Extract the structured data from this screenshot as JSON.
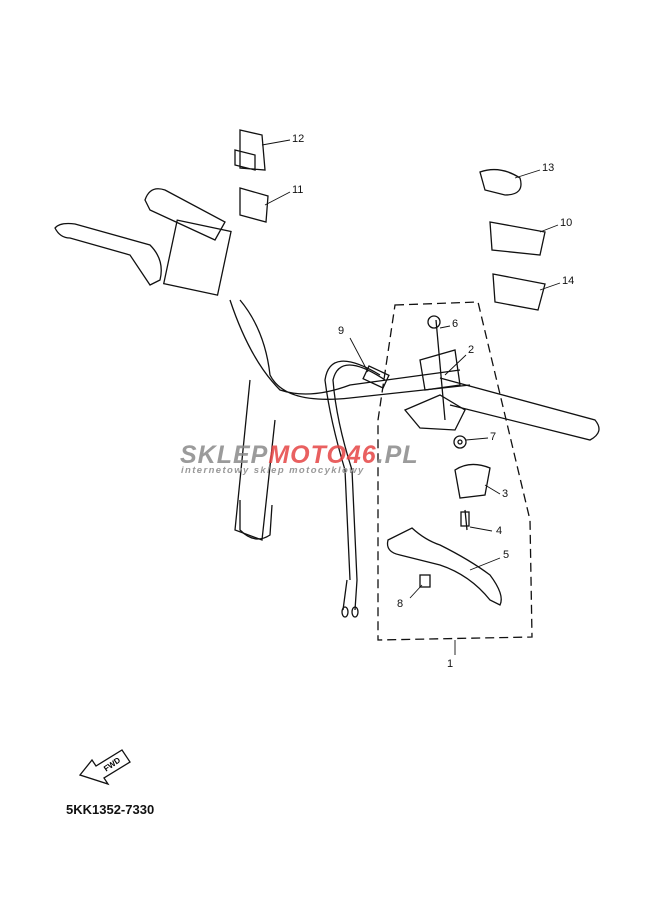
{
  "diagram": {
    "part_code": "5KK1352-7330",
    "fwd_label": "FWD",
    "watermark": {
      "brand_gray": "SKLEP",
      "brand_red": "MOTO46",
      "brand_suffix": ".PL",
      "tagline": "internetowy sklep motocyklowy",
      "accent_color": "#e64545"
    },
    "callouts": {
      "c1": "1",
      "c2": "2",
      "c3": "3",
      "c4": "4",
      "c5": "5",
      "c6": "6",
      "c7": "7",
      "c8": "8",
      "c9": "9",
      "c10": "10",
      "c11": "11",
      "c12": "12",
      "c13": "13",
      "c14": "14"
    }
  }
}
